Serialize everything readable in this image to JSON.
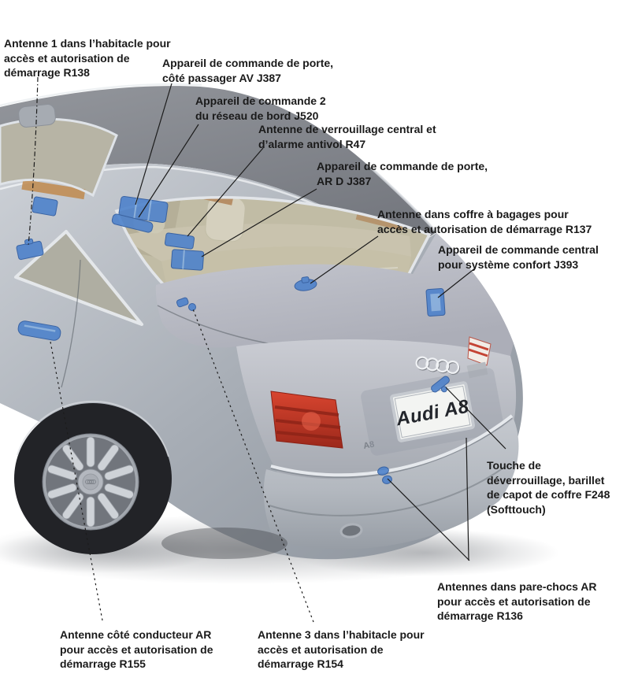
{
  "figure": {
    "type": "technical-diagram",
    "subject": "Emplacements des antennes et appareils de commande — Audi A8 (vue arrière)",
    "colors": {
      "component_highlight": "#4d82cb",
      "component_highlight_dark": "#2d5aa0",
      "body_silver": "#aab1b9",
      "roof_gray": "#83868d",
      "interior_beige": "#d5ccae",
      "trunk_gray": "#b8bac3",
      "taillight_red": "#c03a2b",
      "leader_line": "#1c1c1c",
      "background": "#ffffff",
      "label_text": "#1a1a1a"
    }
  },
  "car": {
    "license_plate_text": "Audi A8",
    "trunk_badge_text": "A8",
    "brand_logo": "audi-rings"
  },
  "labels": [
    {
      "id": "antenna-1-cabin",
      "code": "R138",
      "lines": [
        "Antenne 1 dans l’habitacle pour",
        "accès et autorisation de",
        "démarrage R138"
      ]
    },
    {
      "id": "door-control-front-passenger",
      "code": "J387",
      "lines": [
        "Appareil de commande de porte,",
        "côté passager AV J387"
      ]
    },
    {
      "id": "onboard-network-control-2",
      "code": "J520",
      "lines": [
        "Appareil de commande 2",
        "du réseau de bord J520"
      ]
    },
    {
      "id": "central-locking-alarm-antenna",
      "code": "R47",
      "lines": [
        "Antenne de verrouillage central et",
        "d’alarme antivol R47"
      ]
    },
    {
      "id": "door-control-rear-right",
      "code": "J387",
      "lines": [
        "Appareil de commande de porte,",
        "AR D J387"
      ]
    },
    {
      "id": "luggage-compartment-antenna",
      "code": "R137",
      "lines": [
        "Antenne dans coffre à bagages pour",
        "accès et autorisation de démarrage R137"
      ]
    },
    {
      "id": "comfort-system-central-control",
      "code": "J393",
      "lines": [
        "Appareil de commande central",
        "pour système confort J393"
      ]
    },
    {
      "id": "trunk-release-button",
      "code": "F248",
      "lines": [
        "Touche de",
        "déverrouillage, barillet",
        "de capot de coffre F248",
        "(Softtouch)"
      ]
    },
    {
      "id": "rear-bumper-antennas",
      "code": "R136",
      "lines": [
        "Antennes dans pare-chocs AR",
        "pour accès et autorisation de",
        "démarrage R136"
      ]
    },
    {
      "id": "antenna-3-cabin",
      "code": "R154",
      "lines": [
        "Antenne 3 dans l’habitacle pour",
        "accès et autorisation de",
        "démarrage R154"
      ]
    },
    {
      "id": "antenna-driver-side-rear",
      "code": "R155",
      "lines": [
        "Antenne côté conducteur AR",
        "pour accès et autorisation de",
        "démarrage R155"
      ]
    }
  ]
}
